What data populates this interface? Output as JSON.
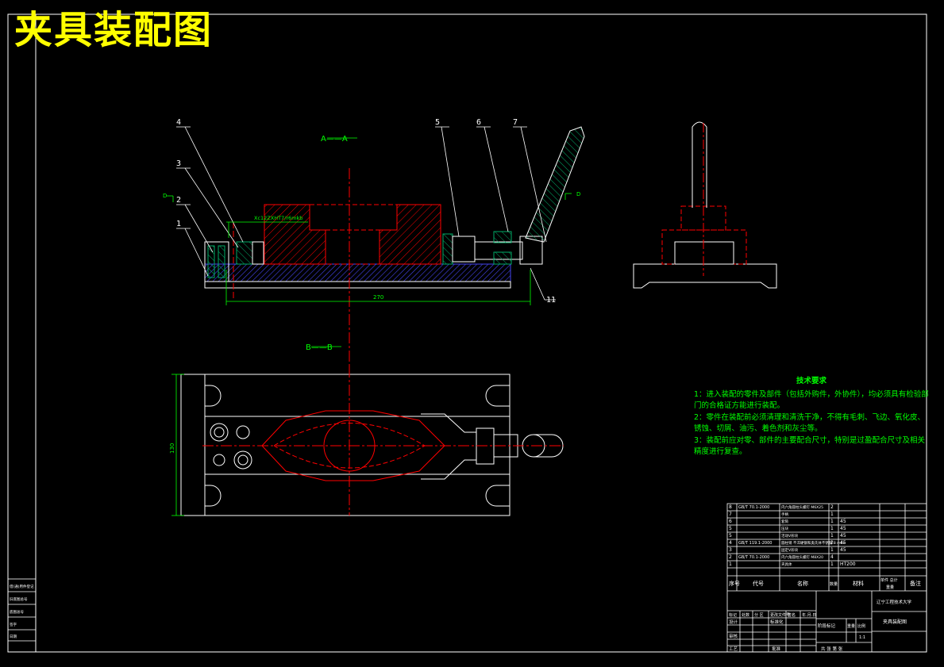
{
  "title": "夹具装配图",
  "section_labels": {
    "aa": "A——A",
    "bb": "B——B"
  },
  "view_marks": {
    "d_left": "D",
    "d_right": "D"
  },
  "part_numbers": [
    "1",
    "2",
    "3",
    "4",
    "5",
    "6",
    "7",
    "11"
  ],
  "dimensions": {
    "length": "270",
    "width": "130",
    "fit": "Xc12ZXHT7/r6mkb"
  },
  "tech_requirements": {
    "heading": "技术要求",
    "items": [
      "1：进入装配的零件及部件（包括外购件，外协件），均必须具有检验部门的合格证方能进行装配。",
      "2：零件在装配前必须清理和清洗干净，不得有毛刺、飞边、氧化皮、锈蚀、切屑、油污、着色剂和灰尘等。",
      "3：装配前应对零、部件的主要配合尺寸，特别是过盈配合尺寸及相关精度进行复查。"
    ]
  },
  "bom_rows": [
    {
      "no": "8",
      "code": "GB/T 70.1-2000",
      "name": "内六角圆柱头螺钉 M6X25",
      "qty": "2",
      "mat": "",
      "note": ""
    },
    {
      "no": "7",
      "code": "",
      "name": "手柄",
      "qty": "1",
      "mat": "",
      "note": ""
    },
    {
      "no": "6",
      "code": "",
      "name": "套筒",
      "qty": "1",
      "mat": "45",
      "note": ""
    },
    {
      "no": "5",
      "code": "",
      "name": "压块",
      "qty": "1",
      "mat": "45",
      "note": ""
    },
    {
      "no": "5",
      "code": "",
      "name": "活动V形块",
      "qty": "1",
      "mat": "45",
      "note": ""
    },
    {
      "no": "4",
      "code": "GB/T 119.1-2000",
      "name": "圆柱销 不淬硬钢和奥氏体不锈钢 8 m6x",
      "qty": "2",
      "mat": "45",
      "note": ""
    },
    {
      "no": "3",
      "code": "",
      "name": "固定V形块",
      "qty": "1",
      "mat": "45",
      "note": ""
    },
    {
      "no": "2",
      "code": "GB/T 70.1-2000",
      "name": "内六角圆柱头螺钉 M8X20",
      "qty": "4",
      "mat": "",
      "note": ""
    },
    {
      "no": "1",
      "code": "",
      "name": "夹具体",
      "qty": "1",
      "mat": "HT200",
      "note": ""
    }
  ],
  "bom_header": {
    "no": "序号",
    "code": "代号",
    "name": "名称",
    "qty": "数量",
    "mat": "材料",
    "unit_total": "单件 总计",
    "weight": "重量",
    "note": "备注"
  },
  "title_block": {
    "school": "辽宁工程技术大学",
    "drawing_name": "夹具装配图",
    "marks": [
      "标记",
      "处数",
      "分 区",
      "更改文件号",
      "签名",
      "年.月.日"
    ],
    "design": "设计",
    "standardize": "标准化",
    "review": "审核",
    "process": "工艺",
    "approve": "批准",
    "stage": "阶段标记",
    "weight": "重量",
    "scale": "比例",
    "scale_value": "1:1",
    "sheets": "共  张  第  张"
  },
  "side_strip": [
    "借(通)用件登记",
    "旧底图总号",
    "底图总号",
    "签字",
    "日期"
  ],
  "colors": {
    "green": "#00ff00",
    "red": "#ff0000",
    "blue": "#3333cc",
    "yellow": "#ffff00",
    "cyan": "#00ffff",
    "white": "#ffffff"
  }
}
